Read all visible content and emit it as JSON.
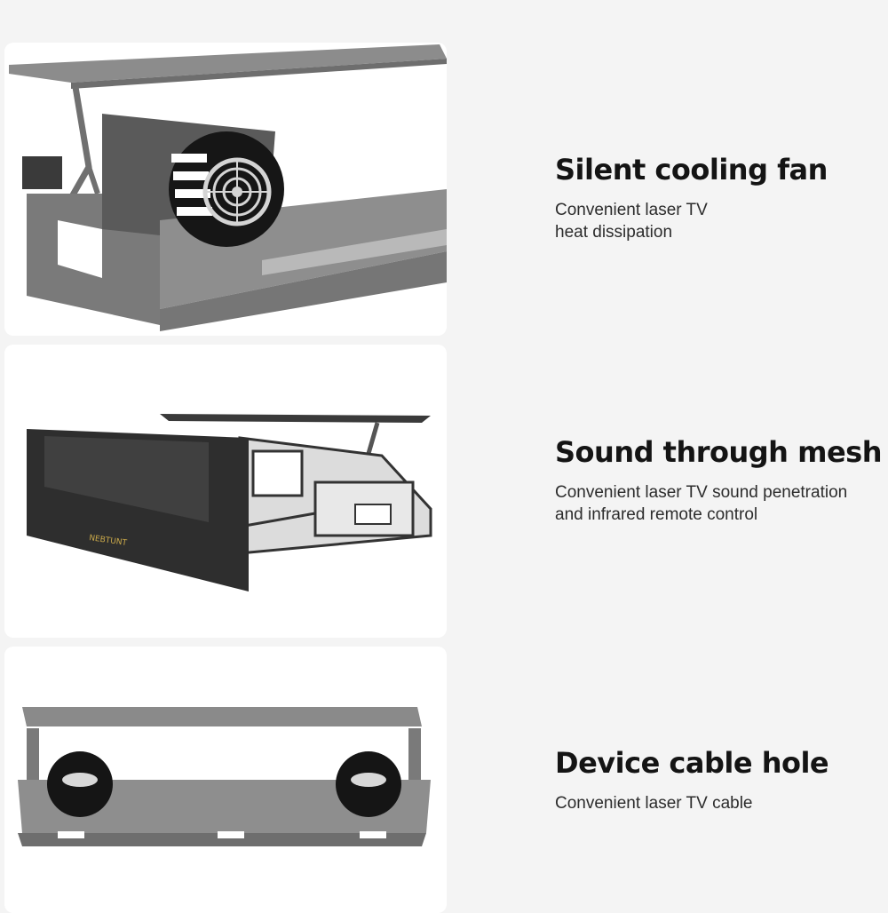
{
  "features": [
    {
      "title": "Silent cooling fan",
      "lines": [
        "Convenient laser TV",
        "heat dissipation"
      ],
      "illustration": "cooling-fan-illustration"
    },
    {
      "title": "Sound through mesh",
      "lines": [
        "Convenient laser TV sound penetration",
        "and infrared remote control"
      ],
      "illustration": "mesh-panel-illustration",
      "brand_mark": "NEBTUNT"
    },
    {
      "title": "Device cable hole",
      "lines": [
        "Convenient laser TV cable"
      ],
      "illustration": "cable-hole-illustration"
    }
  ],
  "colors": {
    "background": "#f4f4f4",
    "panel": "#ffffff",
    "furniture": "#8a8a8a",
    "dark": "#2a2a2a",
    "title": "#141414",
    "body_text": "#2c2c2c",
    "brand": "#c9a84a"
  }
}
